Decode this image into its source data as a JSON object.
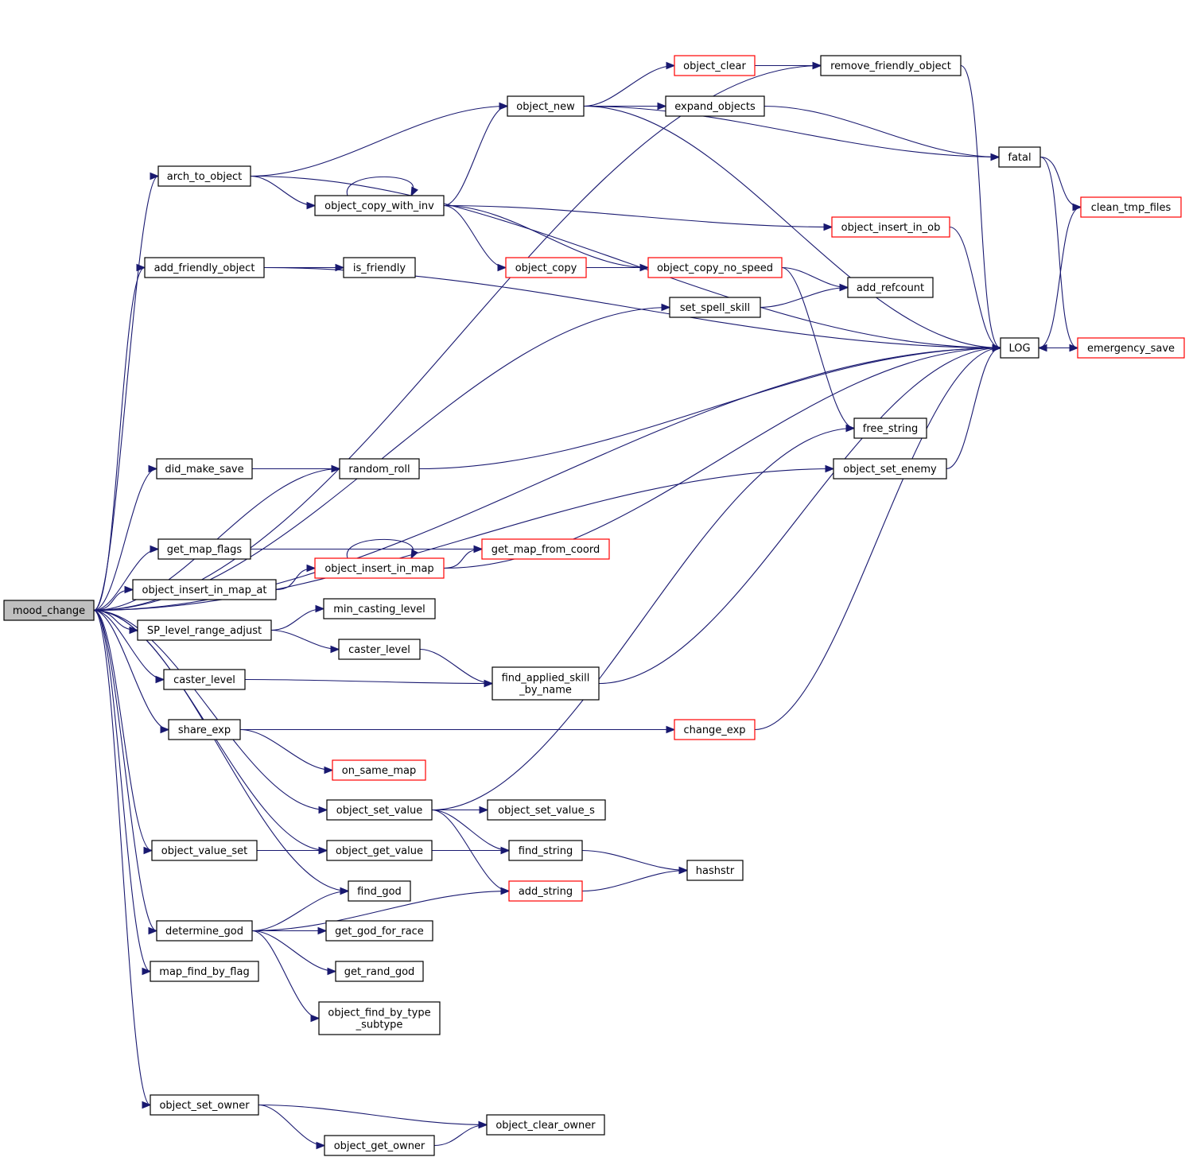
{
  "graph": {
    "root": "mood_change",
    "colors": {
      "edge": "#191970",
      "node_border": "#000000",
      "truncated_border": "#ff0000",
      "root_fill": "#bfbfbf"
    },
    "nodes": {
      "mood_change": {
        "lines": [
          "mood_change"
        ],
        "root": true
      },
      "arch_to_object": {
        "lines": [
          "arch_to_object"
        ]
      },
      "add_friendly_object": {
        "lines": [
          "add_friendly_object"
        ]
      },
      "did_make_save": {
        "lines": [
          "did_make_save"
        ]
      },
      "get_map_flags": {
        "lines": [
          "get_map_flags"
        ]
      },
      "object_insert_in_map_at": {
        "lines": [
          "object_insert_in_map_at"
        ]
      },
      "SP_level_range_adjust": {
        "lines": [
          "SP_level_range_adjust"
        ]
      },
      "caster_level_a": {
        "lines": [
          "caster_level"
        ]
      },
      "share_exp": {
        "lines": [
          "share_exp"
        ]
      },
      "object_value_set": {
        "lines": [
          "object_value_set"
        ]
      },
      "determine_god": {
        "lines": [
          "determine_god"
        ]
      },
      "map_find_by_flag": {
        "lines": [
          "map_find_by_flag"
        ]
      },
      "object_set_owner": {
        "lines": [
          "object_set_owner"
        ]
      },
      "object_copy_with_inv": {
        "lines": [
          "object_copy_with_inv"
        ]
      },
      "is_friendly": {
        "lines": [
          "is_friendly"
        ]
      },
      "random_roll": {
        "lines": [
          "random_roll"
        ]
      },
      "object_insert_in_map": {
        "lines": [
          "object_insert_in_map"
        ],
        "truncated": true
      },
      "min_casting_level": {
        "lines": [
          "min_casting_level"
        ]
      },
      "caster_level_b": {
        "lines": [
          "caster_level"
        ]
      },
      "on_same_map": {
        "lines": [
          "on_same_map"
        ],
        "truncated": true
      },
      "object_set_value": {
        "lines": [
          "object_set_value"
        ]
      },
      "object_get_value": {
        "lines": [
          "object_get_value"
        ]
      },
      "find_god": {
        "lines": [
          "find_god"
        ]
      },
      "get_god_for_race": {
        "lines": [
          "get_god_for_race"
        ]
      },
      "get_rand_god": {
        "lines": [
          "get_rand_god"
        ]
      },
      "object_find_by_type_subtype": {
        "lines": [
          "object_find_by_type",
          "_subtype"
        ]
      },
      "object_get_owner": {
        "lines": [
          "object_get_owner"
        ]
      },
      "object_new": {
        "lines": [
          "object_new"
        ]
      },
      "object_copy": {
        "lines": [
          "object_copy"
        ],
        "truncated": true
      },
      "get_map_from_coord": {
        "lines": [
          "get_map_from_coord"
        ],
        "truncated": true
      },
      "find_applied_skill_by_name": {
        "lines": [
          "find_applied_skill",
          "_by_name"
        ]
      },
      "object_set_value_s": {
        "lines": [
          "object_set_value_s"
        ]
      },
      "find_string": {
        "lines": [
          "find_string"
        ]
      },
      "add_string": {
        "lines": [
          "add_string"
        ],
        "truncated": true
      },
      "object_clear_owner": {
        "lines": [
          "object_clear_owner"
        ]
      },
      "object_clear": {
        "lines": [
          "object_clear"
        ],
        "truncated": true
      },
      "expand_objects": {
        "lines": [
          "expand_objects"
        ]
      },
      "object_copy_no_speed": {
        "lines": [
          "object_copy_no_speed"
        ],
        "truncated": true
      },
      "set_spell_skill": {
        "lines": [
          "set_spell_skill"
        ]
      },
      "change_exp": {
        "lines": [
          "change_exp"
        ],
        "truncated": true
      },
      "hashstr": {
        "lines": [
          "hashstr"
        ]
      },
      "remove_friendly_object": {
        "lines": [
          "remove_friendly_object"
        ]
      },
      "object_insert_in_ob": {
        "lines": [
          "object_insert_in_ob"
        ],
        "truncated": true
      },
      "add_refcount": {
        "lines": [
          "add_refcount"
        ]
      },
      "free_string": {
        "lines": [
          "free_string"
        ]
      },
      "object_set_enemy": {
        "lines": [
          "object_set_enemy"
        ]
      },
      "fatal": {
        "lines": [
          "fatal"
        ]
      },
      "LOG": {
        "lines": [
          "LOG"
        ]
      },
      "clean_tmp_files": {
        "lines": [
          "clean_tmp_files"
        ],
        "truncated": true
      },
      "emergency_save": {
        "lines": [
          "emergency_save"
        ],
        "truncated": true
      }
    },
    "edges": [
      [
        "mood_change",
        "arch_to_object"
      ],
      [
        "mood_change",
        "add_friendly_object"
      ],
      [
        "mood_change",
        "did_make_save"
      ],
      [
        "mood_change",
        "get_map_flags"
      ],
      [
        "mood_change",
        "object_insert_in_map_at"
      ],
      [
        "mood_change",
        "SP_level_range_adjust"
      ],
      [
        "mood_change",
        "caster_level_a"
      ],
      [
        "mood_change",
        "share_exp"
      ],
      [
        "mood_change",
        "object_value_set"
      ],
      [
        "mood_change",
        "determine_god"
      ],
      [
        "mood_change",
        "map_find_by_flag"
      ],
      [
        "mood_change",
        "object_set_owner"
      ],
      [
        "mood_change",
        "remove_friendly_object"
      ],
      [
        "mood_change",
        "set_spell_skill"
      ],
      [
        "mood_change",
        "LOG"
      ],
      [
        "mood_change",
        "object_set_enemy"
      ],
      [
        "mood_change",
        "random_roll"
      ],
      [
        "mood_change",
        "object_set_value"
      ],
      [
        "mood_change",
        "object_get_value"
      ],
      [
        "mood_change",
        "find_god"
      ],
      [
        "arch_to_object",
        "object_new"
      ],
      [
        "arch_to_object",
        "object_copy_with_inv"
      ],
      [
        "arch_to_object",
        "LOG"
      ],
      [
        "object_copy_with_inv",
        "object_copy_with_inv"
      ],
      [
        "object_copy_with_inv",
        "object_new"
      ],
      [
        "object_copy_with_inv",
        "object_copy"
      ],
      [
        "object_copy_with_inv",
        "object_copy_no_speed"
      ],
      [
        "object_copy_with_inv",
        "object_insert_in_ob"
      ],
      [
        "object_new",
        "object_clear"
      ],
      [
        "object_new",
        "expand_objects"
      ],
      [
        "object_new",
        "fatal"
      ],
      [
        "object_new",
        "LOG"
      ],
      [
        "object_clear",
        "remove_friendly_object"
      ],
      [
        "remove_friendly_object",
        "LOG"
      ],
      [
        "expand_objects",
        "fatal"
      ],
      [
        "fatal",
        "clean_tmp_files"
      ],
      [
        "fatal",
        "emergency_save"
      ],
      [
        "LOG",
        "clean_tmp_files"
      ],
      [
        "LOG",
        "emergency_save"
      ],
      [
        "emergency_save",
        "LOG"
      ],
      [
        "object_copy",
        "object_copy_no_speed"
      ],
      [
        "object_copy_no_speed",
        "add_refcount"
      ],
      [
        "object_copy_no_speed",
        "free_string"
      ],
      [
        "set_spell_skill",
        "add_refcount"
      ],
      [
        "object_insert_in_ob",
        "LOG"
      ],
      [
        "add_friendly_object",
        "is_friendly"
      ],
      [
        "add_friendly_object",
        "LOG"
      ],
      [
        "did_make_save",
        "random_roll"
      ],
      [
        "random_roll",
        "LOG"
      ],
      [
        "object_set_enemy",
        "LOG"
      ],
      [
        "get_map_flags",
        "get_map_from_coord"
      ],
      [
        "object_insert_in_map_at",
        "object_insert_in_map"
      ],
      [
        "object_insert_in_map",
        "object_insert_in_map"
      ],
      [
        "object_insert_in_map",
        "get_map_from_coord"
      ],
      [
        "object_insert_in_map",
        "LOG"
      ],
      [
        "SP_level_range_adjust",
        "min_casting_level"
      ],
      [
        "SP_level_range_adjust",
        "caster_level_b"
      ],
      [
        "caster_level_b",
        "find_applied_skill_by_name"
      ],
      [
        "caster_level_a",
        "find_applied_skill_by_name"
      ],
      [
        "find_applied_skill_by_name",
        "LOG"
      ],
      [
        "share_exp",
        "change_exp"
      ],
      [
        "share_exp",
        "on_same_map"
      ],
      [
        "change_exp",
        "LOG"
      ],
      [
        "object_set_value",
        "free_string"
      ],
      [
        "object_set_value",
        "object_set_value_s"
      ],
      [
        "object_set_value",
        "find_string"
      ],
      [
        "object_set_value",
        "add_string"
      ],
      [
        "object_value_set",
        "object_get_value"
      ],
      [
        "object_get_value",
        "find_string"
      ],
      [
        "find_string",
        "hashstr"
      ],
      [
        "add_string",
        "hashstr"
      ],
      [
        "determine_god",
        "find_god"
      ],
      [
        "determine_god",
        "get_god_for_race"
      ],
      [
        "determine_god",
        "get_rand_god"
      ],
      [
        "determine_god",
        "object_find_by_type_subtype"
      ],
      [
        "determine_god",
        "add_string"
      ],
      [
        "object_set_owner",
        "object_clear_owner"
      ],
      [
        "object_set_owner",
        "object_get_owner"
      ],
      [
        "object_get_owner",
        "object_clear_owner"
      ]
    ]
  }
}
